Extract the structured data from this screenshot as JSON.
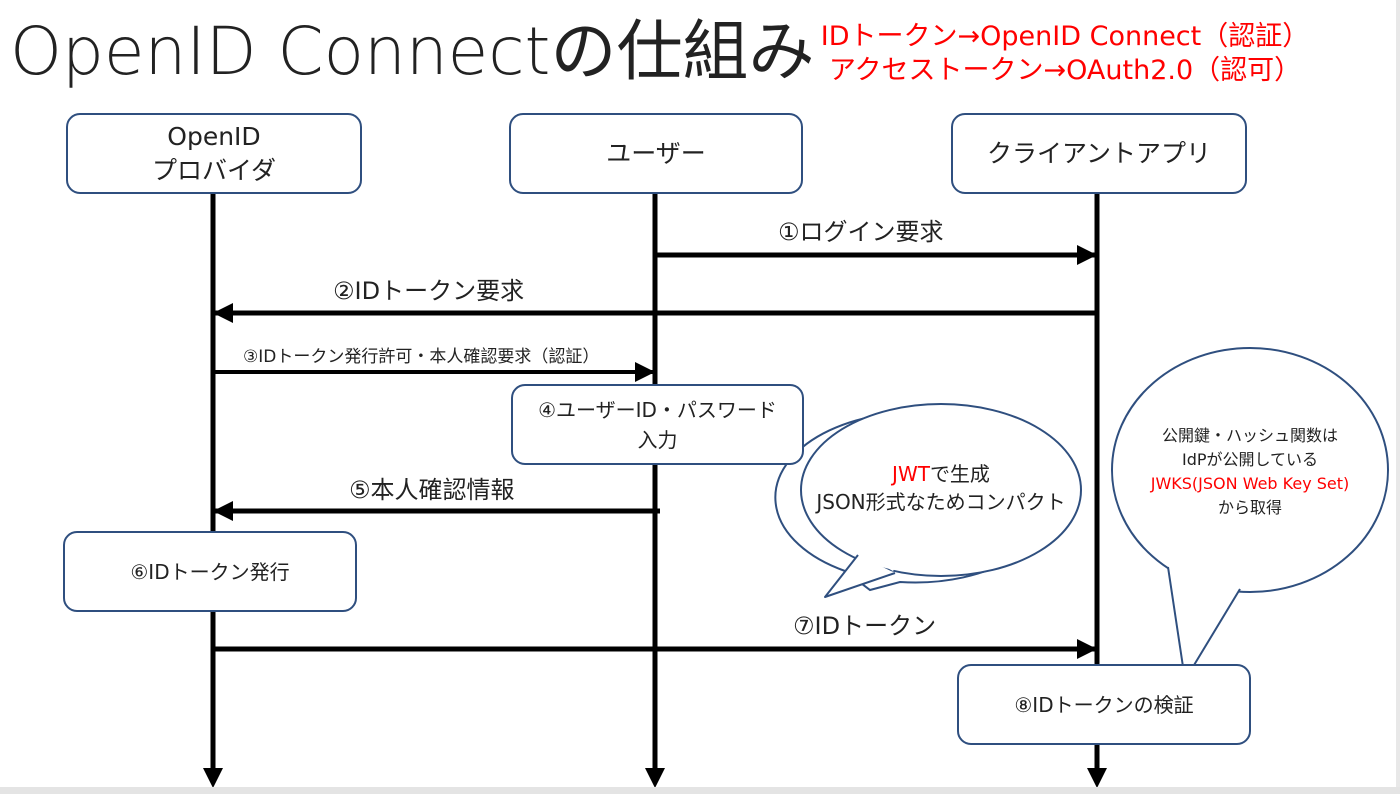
{
  "title": "OpenID Connectの仕組み",
  "note": {
    "line1": "IDトークン→OpenID Connect（認証）",
    "line2": "アクセストークン→OAuth2.0（認可）"
  },
  "actors": {
    "provider": {
      "line1": "OpenID",
      "line2": "プロバイダ"
    },
    "user": "ユーザー",
    "client": "クライアントアプリ"
  },
  "messages": {
    "m1": "①ログイン要求",
    "m2": "②IDトークン要求",
    "m3": "③IDトークン発行許可・本人確認要求（認証）",
    "m5": "⑤本人確認情報",
    "m7": "⑦IDトークン"
  },
  "steps": {
    "s4": {
      "line1": "④ユーザーID・パスワード",
      "line2": "入力"
    },
    "s6": "⑥IDトークン発行",
    "s8": "⑧IDトークンの検証"
  },
  "bubbles": {
    "jwt": {
      "red": "JWT",
      "rest1": "で生成",
      "line2": "JSON形式なためコンパクト"
    },
    "jwks": {
      "line1": "公開鍵・ハッシュ関数は",
      "line2": "IdPが公開している",
      "line3": "JWKS(JSON Web Key Set)",
      "line4": "から取得"
    }
  },
  "colors": {
    "note": "#ff0000",
    "box_border": "#2f4f7f",
    "arrow": "#000000",
    "bubble_border": "#2f4f7f"
  }
}
